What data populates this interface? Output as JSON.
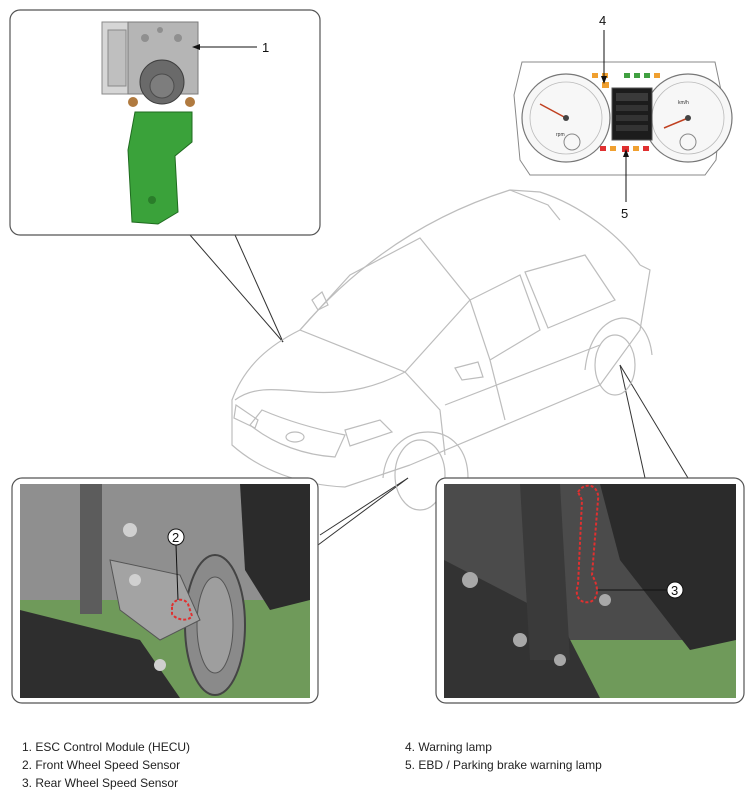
{
  "callouts": {
    "c1": "1",
    "c2": "2",
    "c3": "3",
    "c4": "4",
    "c5": "5"
  },
  "cluster": {
    "left_gauge_unit": "rpm",
    "right_gauge_unit": "km/h"
  },
  "legend": {
    "left": [
      "1. ESC Control Module (HECU)",
      "2. Front Wheel Speed Sensor",
      "3. Rear Wheel Speed Sensor"
    ],
    "right": [
      "4. Warning lamp",
      "5. EBD / Parking brake warning lamp"
    ]
  },
  "colors": {
    "bracket_green": "#3aa23a",
    "sensor_highlight": "#e03030",
    "module_grey": "#a9a9a9",
    "photo_dark": "#2b2b2b",
    "ground_green": "#6f9a5a"
  }
}
